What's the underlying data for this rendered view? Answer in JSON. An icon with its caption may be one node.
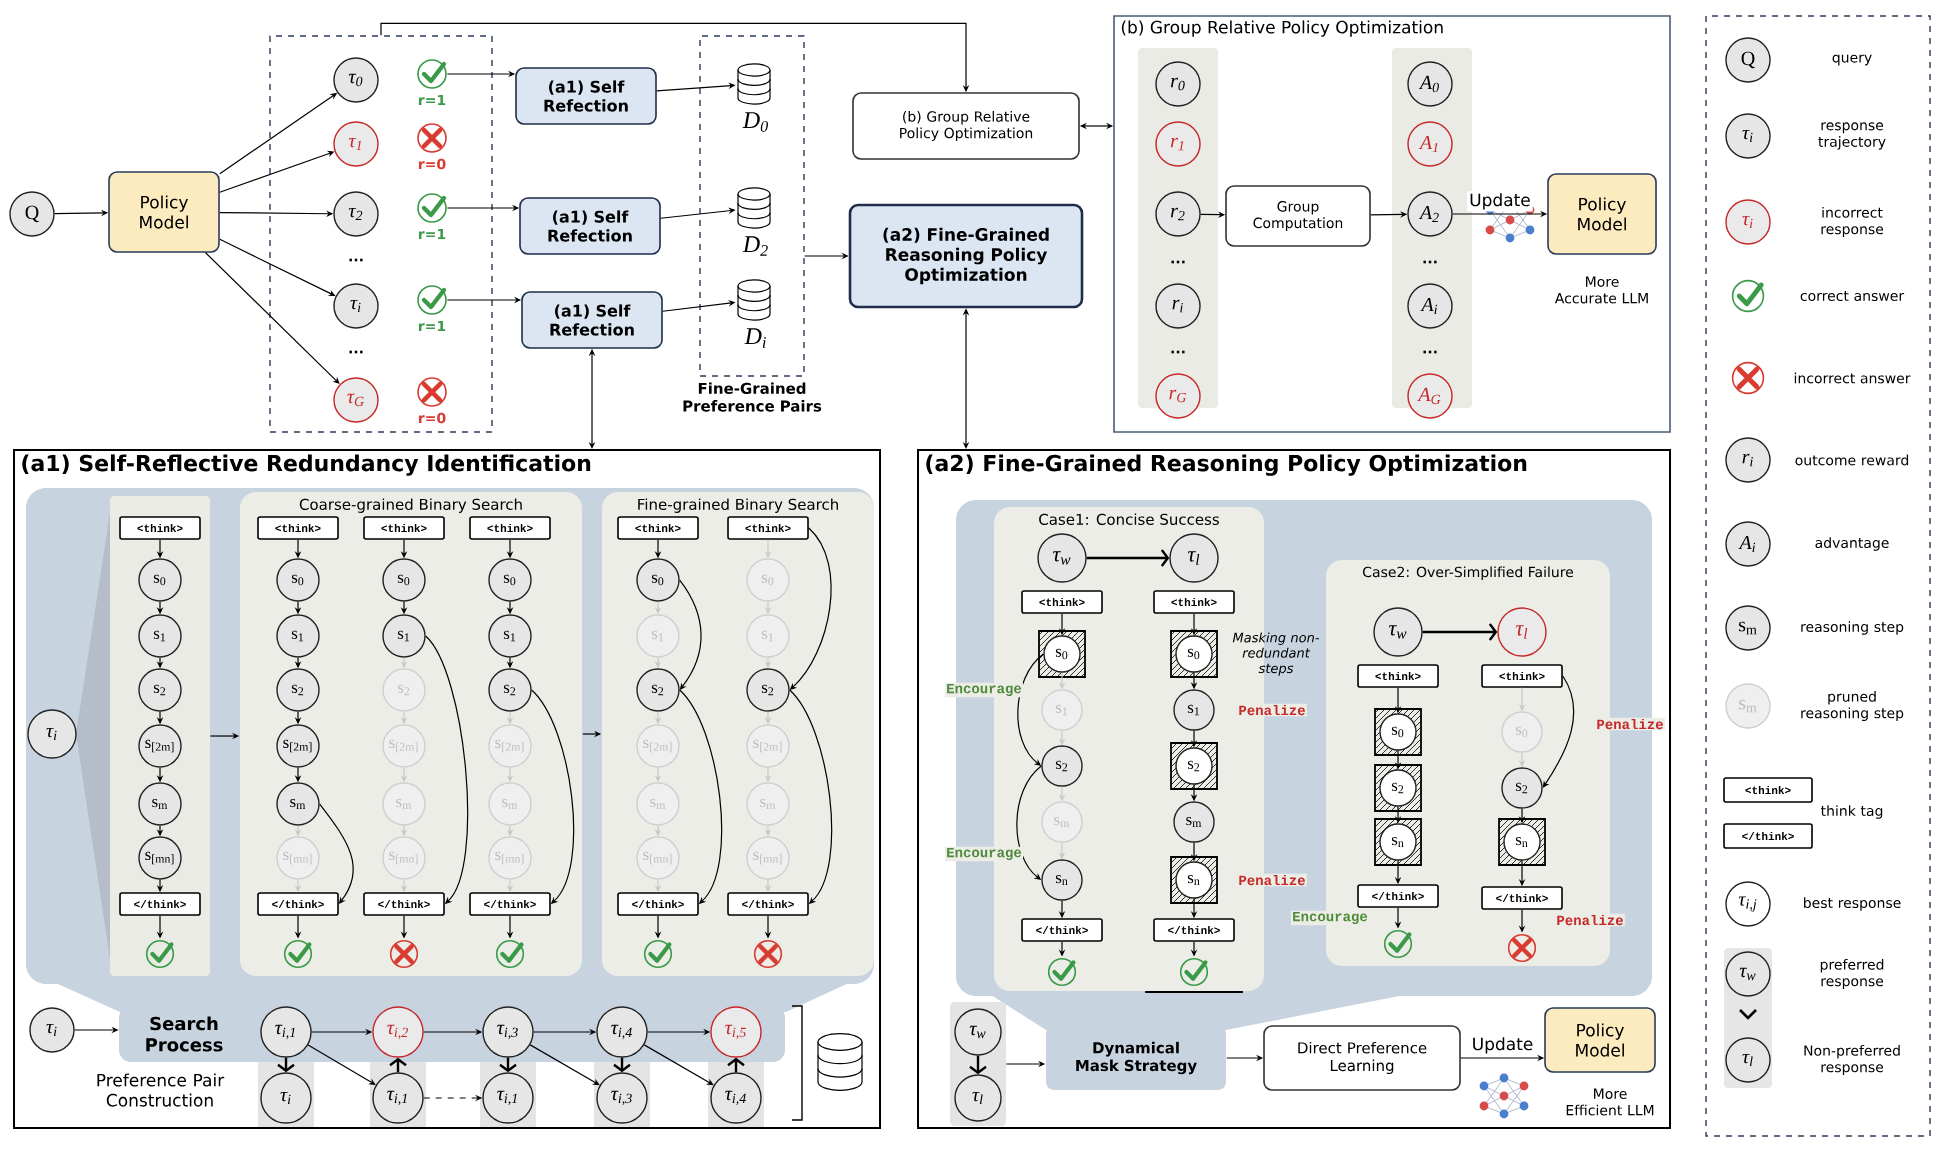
{
  "diagram": {
    "nodes": [
      {
        "text": [
          "Q"
        ]
      },
      {
        "text": [
          "Policy Model"
        ]
      },
      {
        "text": [],
        "shape": "box"
      },
      {
        "text": [
          "τ$_{0}$"
        ],
        "in": 2
      },
      {
        "text": [
          "r=1"
        ],
        "in": 2
      },
      {
        "text": [
          "τ$_{1}$"
        ],
        "in": 2
      },
      {
        "text": [
          "r=0"
        ],
        "in": 2
      },
      {
        "text": [
          "τ$_{2}$"
        ],
        "in": 2
      },
      {
        "text": [
          "r=1"
        ],
        "in": 2
      },
      {
        "text": [
          "τ$_{i}$"
        ],
        "in": 2
      },
      {
        "text": [
          "r=1"
        ],
        "in": 2
      },
      {
        "text": [
          "τ$_{G}$"
        ],
        "in": 2
      },
      {
        "text": [
          "r=0"
        ],
        "in": 2
      },
      {
        "text": [
          "(a1) Self Refection"
        ]
      },
      {
        "text": [
          "(a1) Self Refection"
        ]
      },
      {
        "text": [
          "(a1) Self Refection"
        ]
      },
      {
        "text": [
          "Fine-Grained Preference Pairs"
        ]
      },
      {
        "text": [
          "D$_{0}$"
        ],
        "in": 16
      },
      {
        "text": [
          "D$_{2}$"
        ],
        "in": 16
      },
      {
        "text": [
          "D$_{i}$"
        ],
        "in": 16
      },
      {
        "text": [
          "(b) Group Relative Policy Optimization"
        ]
      },
      {
        "text": [
          "(a2) Fine-Grained Reasoning Policy Optimization"
        ]
      },
      {
        "text": [
          "(b) Group Relative Policy Optimization"
        ]
      },
      {
        "text": [],
        "shape": "box",
        "in": 22
      },
      {
        "text": [
          "r$_{0}$"
        ],
        "in": 23
      },
      {
        "text": [
          "r$_{1}$"
        ],
        "in": 23
      },
      {
        "text": [
          "r$_{2}$"
        ],
        "in": 23
      },
      {
        "text": [
          "r$_{i}$"
        ],
        "in": 23
      },
      {
        "text": [
          "r$_{G}$"
        ],
        "in": 23
      },
      {
        "text": [
          "Group Computation"
        ],
        "in": 22
      },
      {
        "text": [],
        "shape": "box",
        "in": 22
      },
      {
        "text": [
          "A$_{0}$"
        ],
        "in": 30
      },
      {
        "text": [
          "A$_{1}$"
        ],
        "in": 30
      },
      {
        "text": [
          "A$_{2}$"
        ],
        "in": 30
      },
      {
        "text": [
          "A$_{i}$"
        ],
        "in": 30
      },
      {
        "text": [
          "A$_{G}$"
        ],
        "in": 30
      },
      {
        "text": [
          "Policy Model"
        ],
        "beside": [
          "More Accurate LLM"
        ],
        "in": 22
      },
      {
        "text": [
          "(a1) Self-Reflective Redundancy Identification"
        ]
      },
      {
        "text": [
          "τ$_{i}$"
        ],
        "in": 37
      },
      {
        "text": [],
        "shape": "box",
        "in": 37
      },
      {
        "text": [
          "<think>"
        ],
        "in": 39
      },
      {
        "text": [
          "s$_{0}$"
        ],
        "in": 39
      },
      {
        "text": [
          "s$_{1}$"
        ],
        "in": 39
      },
      {
        "text": [
          "s$_{2}$"
        ],
        "in": 39
      },
      {
        "text": [
          "s$_{[2m]}$"
        ],
        "in": 39
      },
      {
        "text": [
          "s$_{m}$"
        ],
        "in": 39
      },
      {
        "text": [
          "s$_{[mn]}$"
        ],
        "in": 39
      },
      {
        "text": [
          "</think>"
        ],
        "in": 39
      },
      {
        "text": [],
        "shape": "checkmark",
        "in": 39
      },
      {
        "text": [
          "Coarse-grained Binary Search"
        ],
        "in": 37
      },
      {
        "text": [
          "<think>"
        ],
        "in": 49
      },
      {
        "text": [
          "s$_{0}$"
        ],
        "in": 49
      },
      {
        "text": [
          "s$_{1}$"
        ],
        "in": 49
      },
      {
        "text": [
          "s$_{2}$"
        ],
        "in": 49
      },
      {
        "text": [
          "s$_{[2m]}$"
        ],
        "in": 49
      },
      {
        "text": [
          "s$_{m}$"
        ],
        "in": 49
      },
      {
        "text": [
          "s$_{[mn]}$"
        ],
        "in": 49
      },
      {
        "text": [
          "</think>"
        ],
        "in": 49
      },
      {
        "text": [],
        "shape": "checkmark",
        "in": 49
      },
      {
        "text": [
          "<think>"
        ],
        "in": 49
      },
      {
        "text": [
          "s$_{0}$"
        ],
        "in": 49
      },
      {
        "text": [
          "s$_{1}$"
        ],
        "in": 49
      },
      {
        "text": [
          "s$_{2}$"
        ],
        "in": 49
      },
      {
        "text": [
          "s$_{[2m]}$"
        ],
        "in": 49
      },
      {
        "text": [
          "s$_{m}$"
        ],
        "in": 49
      },
      {
        "text": [
          "s$_{[mn]}$"
        ],
        "in": 49
      },
      {
        "text": [
          "</think>"
        ],
        "in": 49
      },
      {
        "text": [],
        "shape": "cross",
        "in": 49
      },
      {
        "text": [
          "<think>"
        ],
        "in": 49
      },
      {
        "text": [
          "s$_{0}$"
        ],
        "in": 49
      },
      {
        "text": [
          "s$_{1}$"
        ],
        "in": 49
      },
      {
        "text": [
          "s$_{2}$"
        ],
        "in": 49
      },
      {
        "text": [
          "s$_{[2m]}$"
        ],
        "in": 49
      },
      {
        "text": [
          "s$_{m}$"
        ],
        "in": 49
      },
      {
        "text": [
          "s$_{[mn]}$"
        ],
        "in": 49
      },
      {
        "text": [
          "</think>"
        ],
        "in": 49
      },
      {
        "text": [],
        "shape": "checkmark",
        "in": 49
      },
      {
        "text": [
          "Fine-grained Binary Search"
        ],
        "in": 37
      },
      {
        "text": [
          "<think>"
        ],
        "in": 77
      },
      {
        "text": [
          "s$_{0}$"
        ],
        "in": 77
      },
      {
        "text": [
          "s$_{1}$"
        ],
        "in": 77
      },
      {
        "text": [
          "s$_{2}$"
        ],
        "in": 77
      },
      {
        "text": [
          "s$_{[2m]}$"
        ],
        "in": 77
      },
      {
        "text": [
          "s$_{m}$"
        ],
        "in": 77
      },
      {
        "text": [
          "s$_{[mn]}$"
        ],
        "in": 77
      },
      {
        "text": [
          "</think>"
        ],
        "in": 77
      },
      {
        "text": [],
        "shape": "checkmark",
        "in": 77
      },
      {
        "text": [
          "<think>"
        ],
        "in": 77
      },
      {
        "text": [
          "s$_{0}$"
        ],
        "in": 77
      },
      {
        "text": [
          "s$_{1}$"
        ],
        "in": 77
      },
      {
        "text": [
          "s$_{2}$"
        ],
        "in": 77
      },
      {
        "text": [
          "s$_{[2m]}$"
        ],
        "in": 77
      },
      {
        "text": [
          "s$_{m}$"
        ],
        "in": 77
      },
      {
        "text": [
          "s$_{[mn]}$"
        ],
        "in": 77
      },
      {
        "text": [
          "</think>"
        ],
        "in": 77
      },
      {
        "text": [],
        "shape": "cross",
        "in": 77
      },
      {
        "text": [
          "τ$_{i}$"
        ],
        "in": 37
      },
      {
        "text": [
          "Search Process"
        ],
        "in": 37
      },
      {
        "text": [
          "τ$_{i,1}$"
        ],
        "in": 97
      },
      {
        "text": [
          "τ$_{i}$"
        ],
        "in": 37
      },
      {
        "text": [
          "τ$_{i,2}$"
        ],
        "in": 97
      },
      {
        "text": [
          "τ$_{i,1}$"
        ],
        "in": 37
      },
      {
        "text": [
          "τ$_{i,3}$"
        ],
        "in": 97
      },
      {
        "text": [
          "τ$_{i,1}$"
        ],
        "in": 37
      },
      {
        "text": [
          "τ$_{i,4}$"
        ],
        "in": 97
      },
      {
        "text": [
          "τ$_{i,3}$"
        ],
        "in": 37
      },
      {
        "text": [
          "τ$_{i,5}$"
        ],
        "in": 97
      },
      {
        "text": [
          "τ$_{i,4}$"
        ],
        "in": 37
      },
      {
        "text": [
          "(a2) Fine-Grained Reasoning Policy Optimization"
        ]
      },
      {
        "text": [
          "Case1: Concise Success"
        ],
        "in": 108
      },
      {
        "text": [
          "τ$_{w}$"
        ],
        "in": 109
      },
      {
        "text": [
          "<think>"
        ],
        "in": 109
      },
      {
        "text": [
          "s$_{0}$"
        ],
        "in": 109
      },
      {
        "text": [
          "s$_{1}$"
        ],
        "in": 109
      },
      {
        "text": [
          "s$_{2}$"
        ],
        "in": 109
      },
      {
        "text": [
          "s$_{m}$"
        ],
        "in": 109
      },
      {
        "text": [
          "s$_{n}$"
        ],
        "in": 109
      },
      {
        "text": [
          "</think>"
        ],
        "in": 109
      },
      {
        "text": [],
        "shape": "checkmark",
        "in": 109
      },
      {
        "text": [
          "τ$_{l}$"
        ],
        "in": 109
      },
      {
        "text": [
          "<think>"
        ],
        "in": 109
      },
      {
        "text": [
          "s$_{0}$"
        ],
        "in": 109
      },
      {
        "text": [
          "s$_{1}$"
        ],
        "in": 109
      },
      {
        "text": [
          "s$_{2}$"
        ],
        "in": 109
      },
      {
        "text": [
          "s$_{m}$"
        ],
        "in": 109
      },
      {
        "text": [
          "s$_{n}$"
        ],
        "in": 109
      },
      {
        "text": [
          "</think>"
        ],
        "in": 109
      },
      {
        "text": [],
        "shape": "checkmark",
        "in": 109
      },
      {
        "text": [
          "Case2: Over-Simplified Failure"
        ],
        "in": 108
      },
      {
        "text": [
          "τ$_{w}$"
        ],
        "in": 128
      },
      {
        "text": [
          "<think>"
        ],
        "in": 128
      },
      {
        "text": [
          "s$_{0}$"
        ],
        "in": 128
      },
      {
        "text": [
          "s$_{2}$"
        ],
        "in": 128
      },
      {
        "text": [
          "s$_{n}$"
        ],
        "in": 128
      },
      {
        "text": [
          "</think>"
        ],
        "in": 128
      },
      {
        "text": [],
        "shape": "checkmark",
        "in": 128
      },
      {
        "text": [
          "τ$_{l}$"
        ],
        "in": 128
      },
      {
        "text": [
          "<think>"
        ],
        "in": 128
      },
      {
        "text": [
          "s$_{0}$"
        ],
        "in": 128
      },
      {
        "text": [
          "s$_{2}$"
        ],
        "in": 128
      },
      {
        "text": [
          "s$_{n}$"
        ],
        "in": 128
      },
      {
        "text": [
          "</think>"
        ],
        "in": 128
      },
      {
        "text": [],
        "shape": "cross",
        "in": 128
      },
      {
        "text": [],
        "shape": "box",
        "in": 108
      },
      {
        "text": [
          "τ$_{w}$"
        ],
        "in": 143
      },
      {
        "text": [
          "τ$_{l}$"
        ],
        "in": 143
      },
      {
        "text": [
          "Dynamical Mask Strategy"
        ],
        "in": 108
      },
      {
        "text": [
          "Direct Preference Learning"
        ],
        "in": 108
      },
      {
        "text": [
          "Policy Model"
        ],
        "beside": [
          "More Efficient LLM"
        ],
        "in": 108
      }
    ],
    "edges": [
      {
        "from": 0,
        "to": 1,
        "arrow": "to"
      },
      {
        "from": 1,
        "to": 3,
        "arrow": "to"
      },
      {
        "from": 1,
        "to": 5,
        "arrow": "to"
      },
      {
        "from": 1,
        "to": 7,
        "arrow": "to"
      },
      {
        "from": 1,
        "to": 9,
        "arrow": "to"
      },
      {
        "from": 1,
        "to": 11,
        "arrow": "to"
      },
      {
        "from": 4,
        "to": 13,
        "arrow": "to"
      },
      {
        "from": 8,
        "to": 14,
        "arrow": "to"
      },
      {
        "from": 10,
        "to": 15,
        "arrow": "to"
      },
      {
        "from": 13,
        "to": 17,
        "arrow": "to"
      },
      {
        "from": 14,
        "to": 18,
        "arrow": "to"
      },
      {
        "from": 15,
        "to": 19,
        "arrow": "to"
      },
      {
        "from": 2,
        "to": 20,
        "arrow": "to"
      },
      {
        "from": 20,
        "to": 22,
        "arrow": "both"
      },
      {
        "from": 16,
        "to": 21,
        "arrow": "to"
      },
      {
        "from": 26,
        "to": 29,
        "arrow": "to"
      },
      {
        "from": 29,
        "to": 33,
        "arrow": "to"
      },
      {
        "from": 33,
        "to": 36,
        "arrow": "to",
        "label": "Update"
      },
      {
        "from": 15,
        "to": 37,
        "arrow": "both"
      },
      {
        "from": 21,
        "to": 108,
        "arrow": "both"
      },
      {
        "from": 39,
        "to": 49,
        "arrow": "to"
      },
      {
        "from": 49,
        "to": 77,
        "arrow": "to"
      },
      {
        "from": 40,
        "to": 41,
        "arrow": "to"
      },
      {
        "from": 41,
        "to": 42,
        "arrow": "to"
      },
      {
        "from": 42,
        "to": 43,
        "arrow": "to"
      },
      {
        "from": 43,
        "to": 44,
        "arrow": "to"
      },
      {
        "from": 44,
        "to": 45,
        "arrow": "to"
      },
      {
        "from": 45,
        "to": 46,
        "arrow": "to"
      },
      {
        "from": 46,
        "to": 47,
        "arrow": "to"
      },
      {
        "from": 47,
        "to": 48,
        "arrow": "to"
      },
      {
        "from": 50,
        "to": 51,
        "arrow": "to"
      },
      {
        "from": 51,
        "to": 52,
        "arrow": "to"
      },
      {
        "from": 52,
        "to": 53,
        "arrow": "to"
      },
      {
        "from": 53,
        "to": 54,
        "arrow": "to"
      },
      {
        "from": 54,
        "to": 55,
        "arrow": "to"
      },
      {
        "from": 55,
        "to": 56,
        "arrow": "to",
        "color": "#c8c8c8"
      },
      {
        "from": 56,
        "to": 57,
        "arrow": "to",
        "color": "#c8c8c8"
      },
      {
        "from": 57,
        "to": 58,
        "arrow": "to"
      },
      {
        "from": 55,
        "to": 57,
        "arrow": "to"
      },
      {
        "from": 59,
        "to": 60,
        "arrow": "to"
      },
      {
        "from": 60,
        "to": 61,
        "arrow": "to"
      },
      {
        "from": 61,
        "to": 62,
        "arrow": "to",
        "color": "#c8c8c8"
      },
      {
        "from": 62,
        "to": 63,
        "arrow": "to",
        "color": "#c8c8c8"
      },
      {
        "from": 63,
        "to": 64,
        "arrow": "to",
        "color": "#c8c8c8"
      },
      {
        "from": 64,
        "to": 65,
        "arrow": "to",
        "color": "#c8c8c8"
      },
      {
        "from": 65,
        "to": 66,
        "arrow": "to",
        "color": "#c8c8c8"
      },
      {
        "from": 66,
        "to": 67,
        "arrow": "to"
      },
      {
        "from": 61,
        "to": 66,
        "arrow": "to"
      },
      {
        "from": 68,
        "to": 69,
        "arrow": "to"
      },
      {
        "from": 69,
        "to": 70,
        "arrow": "to"
      },
      {
        "from": 70,
        "to": 71,
        "arrow": "to"
      },
      {
        "from": 71,
        "to": 72,
        "arrow": "to",
        "color": "#c8c8c8"
      },
      {
        "from": 72,
        "to": 73,
        "arrow": "to",
        "color": "#c8c8c8"
      },
      {
        "from": 73,
        "to": 74,
        "arrow": "to",
        "color": "#c8c8c8"
      },
      {
        "from": 74,
        "to": 75,
        "arrow": "to",
        "color": "#c8c8c8"
      },
      {
        "from": 75,
        "to": 76,
        "arrow": "to"
      },
      {
        "from": 71,
        "to": 75,
        "arrow": "to"
      },
      {
        "from": 78,
        "to": 79,
        "arrow": "to"
      },
      {
        "from": 79,
        "to": 80,
        "arrow": "to",
        "color": "#c8c8c8"
      },
      {
        "from": 80,
        "to": 81,
        "arrow": "to",
        "color": "#c8c8c8"
      },
      {
        "from": 81,
        "to": 82,
        "arrow": "to",
        "color": "#c8c8c8"
      },
      {
        "from": 82,
        "to": 83,
        "arrow": "to",
        "color": "#c8c8c8"
      },
      {
        "from": 83,
        "to": 84,
        "arrow": "to",
        "color": "#c8c8c8"
      },
      {
        "from": 84,
        "to": 85,
        "arrow": "to",
        "color": "#c8c8c8"
      },
      {
        "from": 85,
        "to": 86,
        "arrow": "to"
      },
      {
        "from": 79,
        "to": 81,
        "arrow": "to"
      },
      {
        "from": 81,
        "to": 85,
        "arrow": "to"
      },
      {
        "from": 87,
        "to": 88,
        "arrow": "to",
        "color": "#c8c8c8"
      },
      {
        "from": 88,
        "to": 89,
        "arrow": "to",
        "color": "#c8c8c8"
      },
      {
        "from": 89,
        "to": 90,
        "arrow": "to",
        "color": "#c8c8c8"
      },
      {
        "from": 90,
        "to": 91,
        "arrow": "to",
        "color": "#c8c8c8"
      },
      {
        "from": 91,
        "to": 92,
        "arrow": "to",
        "color": "#c8c8c8"
      },
      {
        "from": 92,
        "to": 93,
        "arrow": "to",
        "color": "#c8c8c8"
      },
      {
        "from": 93,
        "to": 94,
        "arrow": "to",
        "color": "#c8c8c8"
      },
      {
        "from": 94,
        "to": 95,
        "arrow": "to"
      },
      {
        "from": 87,
        "to": 90,
        "arrow": "to"
      },
      {
        "from": 90,
        "to": 94,
        "arrow": "to"
      },
      {
        "from": 96,
        "to": 97,
        "arrow": "to"
      },
      {
        "from": 98,
        "to": 99,
        "arrow": "to"
      },
      {
        "from": 98,
        "to": 100,
        "arrow": "to"
      },
      {
        "from": 98,
        "to": 101,
        "arrow": "to"
      },
      {
        "from": 101,
        "to": 100,
        "arrow": "to"
      },
      {
        "from": 100,
        "to": 102,
        "arrow": "to"
      },
      {
        "from": 101,
        "to": 103,
        "arrow": "to",
        "style": "dashed"
      },
      {
        "from": 102,
        "to": 103,
        "arrow": "to"
      },
      {
        "from": 102,
        "to": 104,
        "arrow": "to"
      },
      {
        "from": 102,
        "to": 105,
        "arrow": "to"
      },
      {
        "from": 104,
        "to": 105,
        "arrow": "to"
      },
      {
        "from": 104,
        "to": 106,
        "arrow": "to"
      },
      {
        "from": 104,
        "to": 107,
        "arrow": "to"
      },
      {
        "from": 107,
        "to": 106,
        "arrow": "to"
      },
      {
        "from": 110,
        "to": 119,
        "arrow": "to"
      },
      {
        "from": 111,
        "to": 112,
        "arrow": "to"
      },
      {
        "from": 112,
        "to": 113,
        "arrow": "to",
        "color": "#c8c8c8"
      },
      {
        "from": 113,
        "to": 114,
        "arrow": "to",
        "color": "#c8c8c8"
      },
      {
        "from": 114,
        "to": 115,
        "arrow": "to",
        "color": "#c8c8c8"
      },
      {
        "from": 115,
        "to": 116,
        "arrow": "to",
        "color": "#c8c8c8"
      },
      {
        "from": 116,
        "to": 117,
        "arrow": "to"
      },
      {
        "from": 117,
        "to": 118,
        "arrow": "to"
      },
      {
        "from": 112,
        "to": 114,
        "arrow": "to"
      },
      {
        "from": 114,
        "to": 116,
        "arrow": "to"
      },
      {
        "from": 120,
        "to": 121,
        "arrow": "to"
      },
      {
        "from": 121,
        "to": 122,
        "arrow": "to"
      },
      {
        "from": 122,
        "to": 123,
        "arrow": "to"
      },
      {
        "from": 123,
        "to": 124,
        "arrow": "to"
      },
      {
        "from": 124,
        "to": 125,
        "arrow": "to"
      },
      {
        "from": 125,
        "to": 126,
        "arrow": "to"
      },
      {
        "from": 126,
        "to": 127,
        "arrow": "to"
      },
      {
        "from": 129,
        "to": 136,
        "arrow": "to"
      },
      {
        "from": 130,
        "to": 131,
        "arrow": "to"
      },
      {
        "from": 131,
        "to": 132,
        "arrow": "to"
      },
      {
        "from": 132,
        "to": 133,
        "arrow": "to"
      },
      {
        "from": 133,
        "to": 134,
        "arrow": "to"
      },
      {
        "from": 134,
        "to": 135,
        "arrow": "to"
      },
      {
        "from": 137,
        "to": 138,
        "arrow": "to",
        "color": "#c8c8c8"
      },
      {
        "from": 138,
        "to": 139,
        "arrow": "to",
        "color": "#c8c8c8"
      },
      {
        "from": 139,
        "to": 140,
        "arrow": "to"
      },
      {
        "from": 140,
        "to": 141,
        "arrow": "to"
      },
      {
        "from": 141,
        "to": 142,
        "arrow": "to"
      },
      {
        "from": 137,
        "to": 139,
        "arrow": "to"
      },
      {
        "from": 144,
        "to": 145,
        "arrow": "to"
      },
      {
        "from": 143,
        "to": 146,
        "arrow": "to"
      },
      {
        "from": 146,
        "to": 147,
        "arrow": "to"
      },
      {
        "from": 147,
        "to": 148,
        "arrow": "to",
        "label": "Update"
      }
    ],
    "labels": [
      "...",
      "...",
      "...",
      "...",
      "...",
      "...",
      "Preference Pair Construction",
      "Masking non-redundant steps",
      "Encourage",
      "Penalize",
      "Penalize",
      "Encourage",
      "Penalize",
      "Encourage",
      "Penalize",
      "Q",
      "τ$_{i}$",
      "τ$_{i}$",
      "r$_{i}$",
      "A$_{i}$",
      "s$_{m}$",
      "s$_{m}$",
      "<think>",
      "</think>",
      "τ$_{i,j}$",
      "τ$_{w}$",
      "τ$_{l}$"
    ],
    "legend": [
      {
        "text": "query"
      },
      {
        "text": "response trajectory"
      },
      {
        "text": "incorrect response"
      },
      {
        "text": "correct answer"
      },
      {
        "text": "incorrect answer"
      },
      {
        "text": "outcome reward"
      },
      {
        "text": "advantage"
      },
      {
        "text": "reasoning step"
      },
      {
        "text": "pruned reasoning step"
      },
      {
        "text": "think tag"
      },
      {
        "text": "best response"
      },
      {
        "text": "preferred response"
      },
      {
        "text": "Non-preferred response"
      }
    ]
  }
}
